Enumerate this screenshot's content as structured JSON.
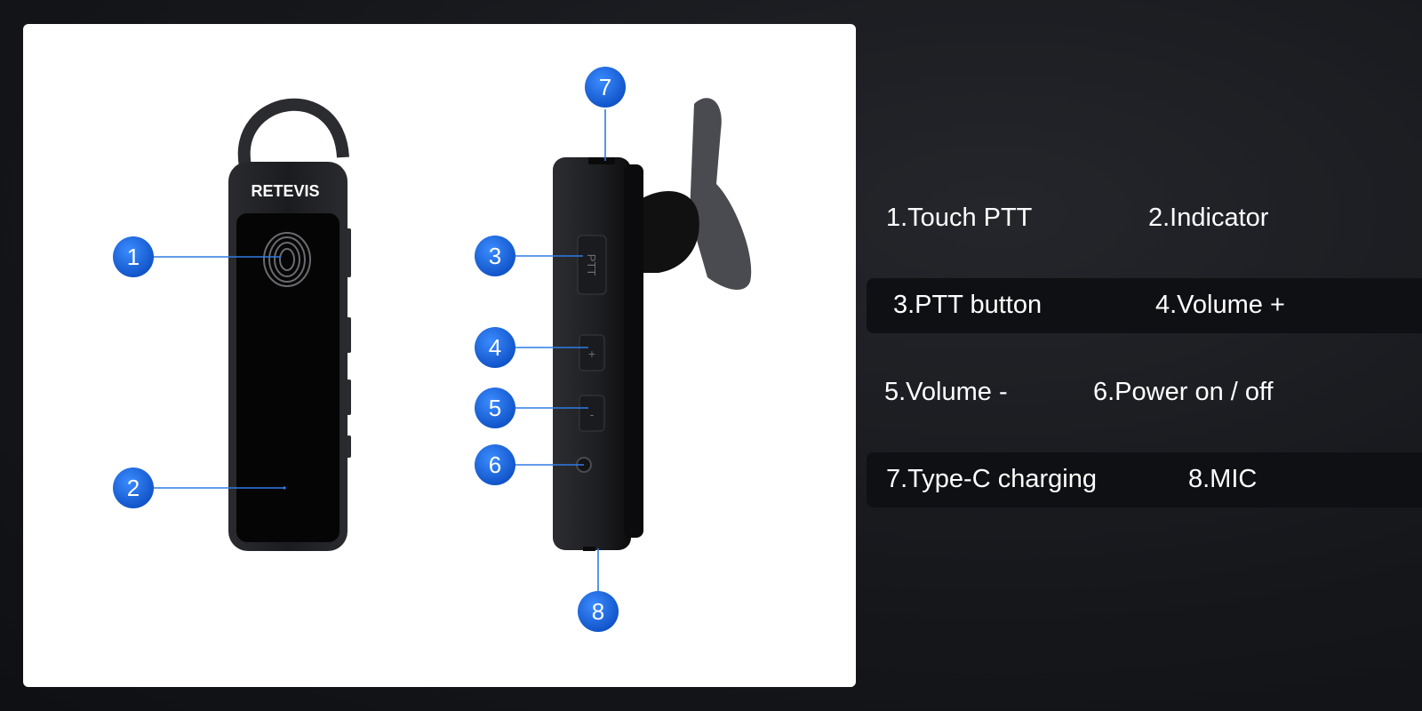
{
  "product": {
    "brand_logo": "RETEVIS"
  },
  "callouts": [
    "1",
    "2",
    "3",
    "4",
    "5",
    "6",
    "7",
    "8"
  ],
  "device_labels": {
    "ptt_button": "PTT",
    "volume_up": "+",
    "volume_down": "-"
  },
  "legend": [
    {
      "left": "1.Touch PTT",
      "right": "2.Indicator"
    },
    {
      "left": "3.PTT button",
      "right": "4.Volume +"
    },
    {
      "left": "5.Volume -",
      "right": "6.Power on / off"
    },
    {
      "left": "7.Type-C charging",
      "right": "8.MIC"
    }
  ],
  "colors": {
    "callout_blue": "#1565e0",
    "leader_line": "#2f7be6",
    "device_body": "#1b1c1f",
    "background": "#15171b",
    "legend_text": "#ffffff"
  }
}
